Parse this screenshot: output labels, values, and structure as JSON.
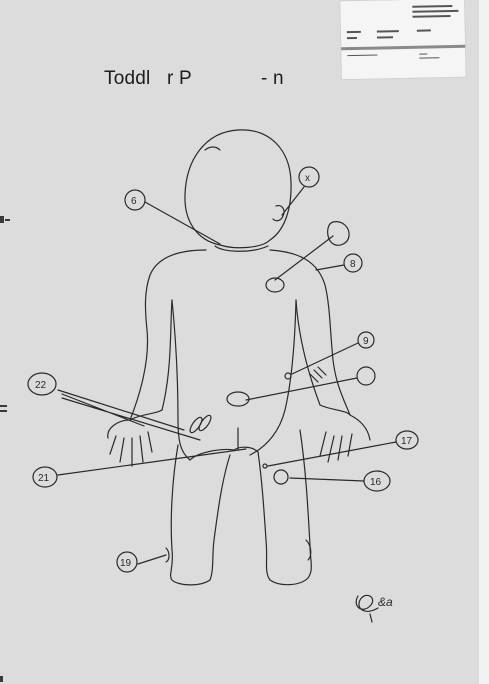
{
  "document": {
    "title_parts": [
      "Toddl",
      "r P",
      "- n"
    ]
  },
  "labels": {
    "x": "x",
    "n6": "6",
    "n8": "8",
    "n9": "9",
    "n17": "17",
    "n16": "16",
    "n22": "22",
    "n21": "21",
    "n19": "19"
  },
  "signature": "&a"
}
